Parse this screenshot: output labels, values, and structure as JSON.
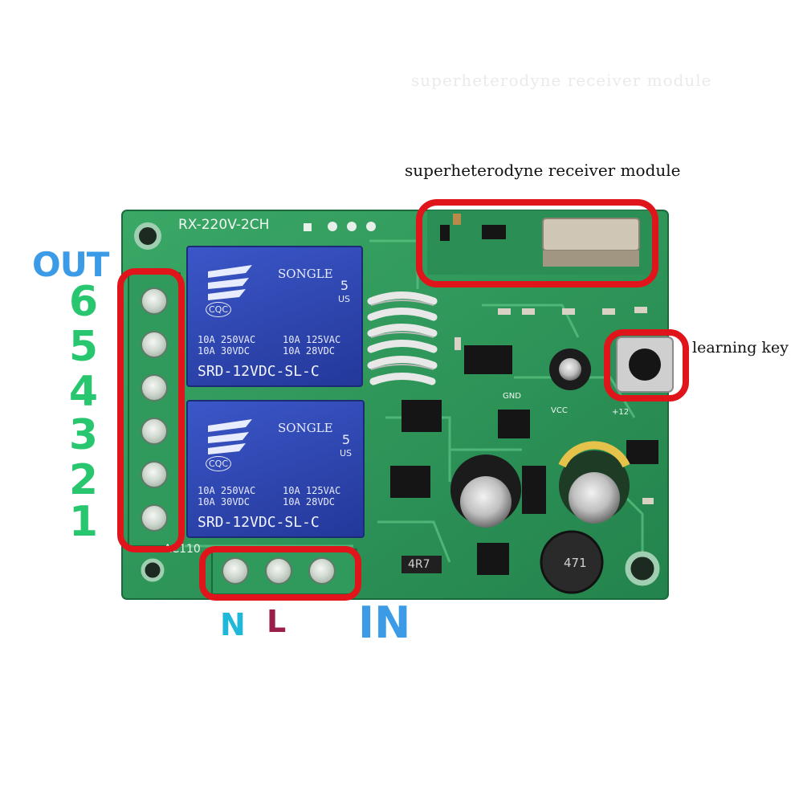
{
  "watermark": "superheterodyne receiver module",
  "annotations": {
    "receiver_module": "superheterodyne receiver module",
    "learning_key": "learning key"
  },
  "labels": {
    "out": "OUT",
    "pins": [
      "6",
      "5",
      "4",
      "3",
      "2",
      "1"
    ],
    "n": "N",
    "l": "L",
    "in": "IN"
  },
  "board": {
    "model": "RX-220V-2CH",
    "inductor": "471",
    "resistor": "4R7",
    "gnd": "GND",
    "vcc": "VCC",
    "plus12": "+12",
    "ac110": "AC110"
  },
  "relay": {
    "brand": "SONGLE",
    "rating_left_1": "10A 250VAC",
    "rating_right_1": "10A 125VAC",
    "rating_left_2": "10A  30VDC",
    "rating_right_2": "10A  28VDC",
    "model": "SRD-12VDC-SL-C",
    "mark": "5",
    "us": "US",
    "cqc": "CQC"
  },
  "colors": {
    "pcb": "#2f9a5c",
    "relay": "#2d44ac",
    "highlight": "#e0151b",
    "out_blue": "#3b9be6",
    "pin_green": "#28c76f",
    "n_cyan": "#1fb8d8",
    "l_maroon": "#9a1f4b",
    "in_blue": "#3b9be6"
  }
}
